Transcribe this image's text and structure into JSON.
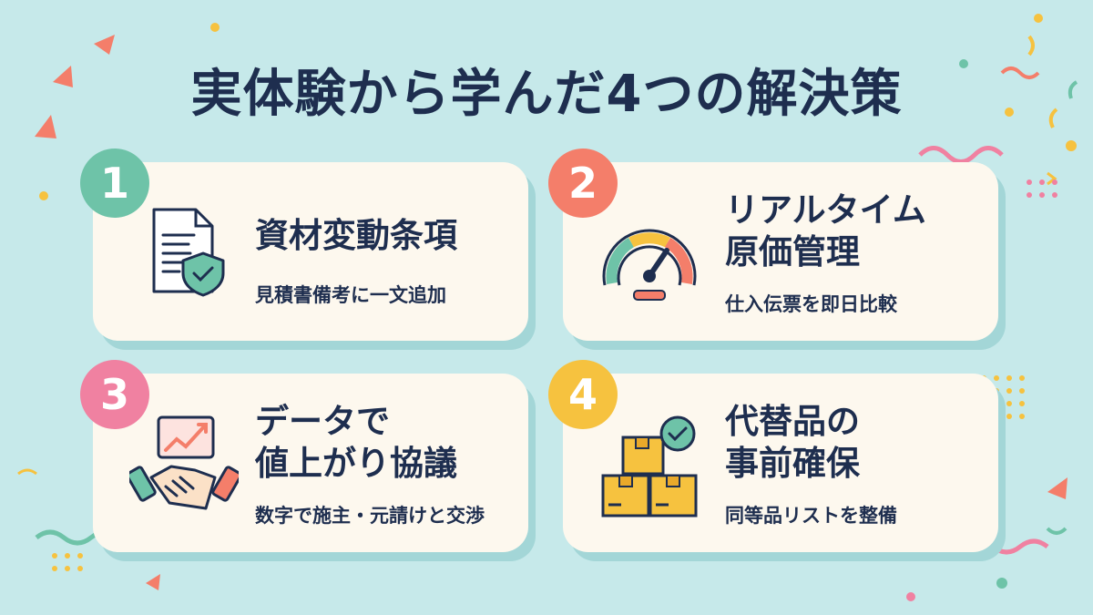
{
  "title": "実体験から学んだ4つの解決策",
  "colors": {
    "background": "#c6e9ea",
    "card": "#fdf8ee",
    "text": "#1e2e4f",
    "badge_1": "#6ec3a8",
    "badge_2": "#f47e6a",
    "badge_3": "#f081a1",
    "badge_4": "#f6c23f"
  },
  "cards": [
    {
      "number": "1",
      "title_line1": "資材変動条項",
      "title_line2": "",
      "subtitle": "見積書備考に一文追加",
      "icon": "shield-document-icon"
    },
    {
      "number": "2",
      "title_line1": "リアルタイム",
      "title_line2": "原価管理",
      "subtitle": "仕入伝票を即日比較",
      "icon": "speedometer-gauge-icon"
    },
    {
      "number": "3",
      "title_line1": "データで",
      "title_line2": "値上がり協議",
      "subtitle": "数字で施主・元請けと交渉",
      "icon": "handshake-chart-icon"
    },
    {
      "number": "4",
      "title_line1": "代替品の",
      "title_line2": "事前確保",
      "subtitle": "同等品リストを整備",
      "icon": "boxes-check-icon"
    }
  ]
}
